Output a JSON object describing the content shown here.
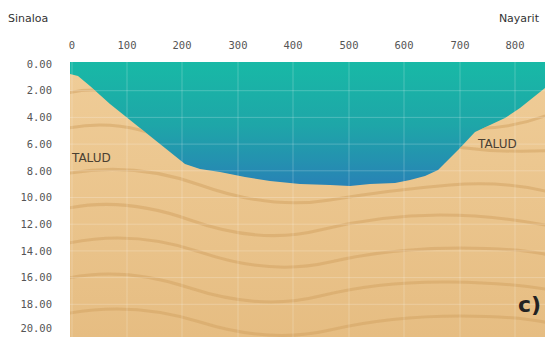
{
  "diagram": {
    "labels": [
      "Sinaloa",
      "Nayarit",
      "0",
      "100",
      "200",
      "300",
      "400",
      "500",
      "600",
      "700",
      "800",
      "0.00",
      "2.00",
      "4.00",
      "6.00",
      "8.00",
      "10.00",
      "12.00",
      "14.00",
      "16.00",
      "18.00",
      "20.00",
      "TALUD",
      "TALUD",
      "c)"
    ]
  }
}
